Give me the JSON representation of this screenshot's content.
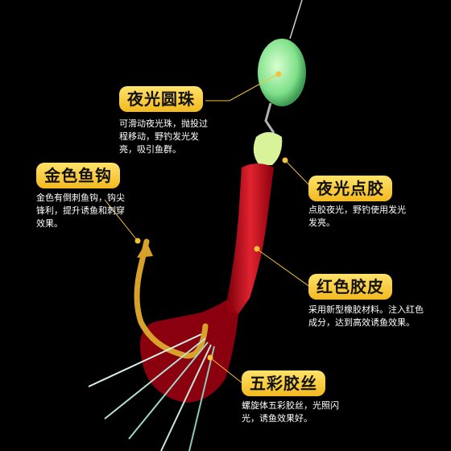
{
  "labels": {
    "bead": {
      "title": "夜光圆珠",
      "desc": "可滑动夜光珠，抛投过程移动，野钓发光发亮，吸引鱼群。"
    },
    "hook": {
      "title": "金色鱼钩",
      "desc": "金色有倒刺鱼钩，钩尖锋利，提升诱鱼和刺穿效果。"
    },
    "glue": {
      "title": "夜光点胶",
      "desc": "点胶夜光，野钓使用发光发亮。"
    },
    "skin": {
      "title": "红色胶皮",
      "desc": "采用新型橡胶材料。注入红色成分，达到高效诱鱼效果。"
    },
    "silk": {
      "title": "五彩胶丝",
      "desc": "螺旋体五彩胶丝，光照闪光，诱鱼效果好。"
    }
  },
  "colors": {
    "background": "#000000",
    "label_bg": "#f7c53a",
    "glow": "#a8f0a0",
    "red_skin": "#c4101a",
    "hook_gold": "#d8a22a",
    "text": "#ffffff"
  }
}
